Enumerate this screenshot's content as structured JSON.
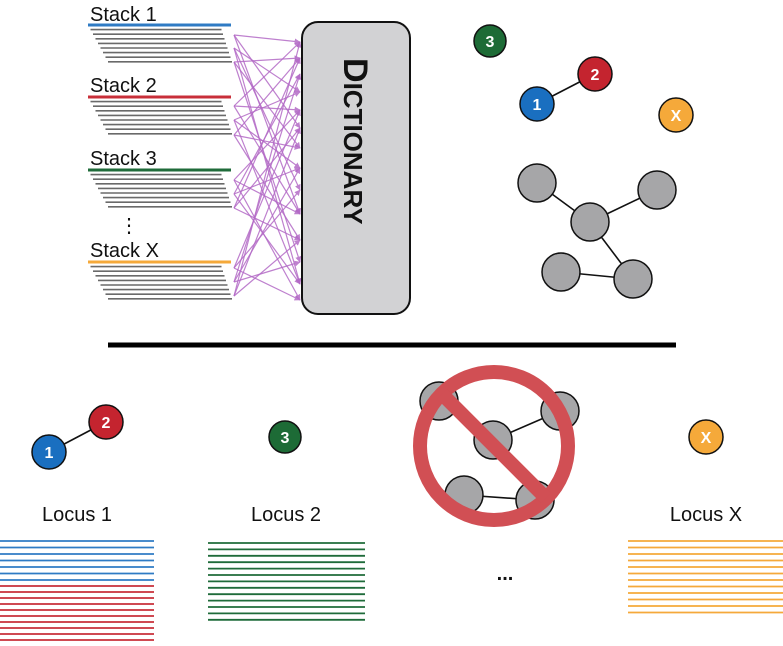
{
  "stacks": [
    {
      "label": "Stack 1",
      "color": "#2f7bc4"
    },
    {
      "label": "Stack 2",
      "color": "#c82f39"
    },
    {
      "label": "Stack 3",
      "color": "#1f6b3a"
    },
    {
      "label": "Stack X",
      "color": "#f5a93a"
    }
  ],
  "vertical_ellipsis": "⋮",
  "dictionary": {
    "big_d": "D",
    "rest": "ICTIONARY"
  },
  "nodes": {
    "n1": {
      "label": "1",
      "color": "#1a6fc0"
    },
    "n2": {
      "label": "2",
      "color": "#c4242f"
    },
    "n3": {
      "label": "3",
      "color": "#1d6b36"
    },
    "nx": {
      "label": "X",
      "color": "#f5a93a"
    },
    "gray": "#a6a6a8"
  },
  "connector_color": "#b36ac6",
  "prohibition_color": "#d14f54",
  "loci": [
    {
      "label": "Locus 1"
    },
    {
      "label": "Locus 2"
    },
    {
      "label": "Locus X"
    }
  ],
  "loci_ellipsis": "..."
}
